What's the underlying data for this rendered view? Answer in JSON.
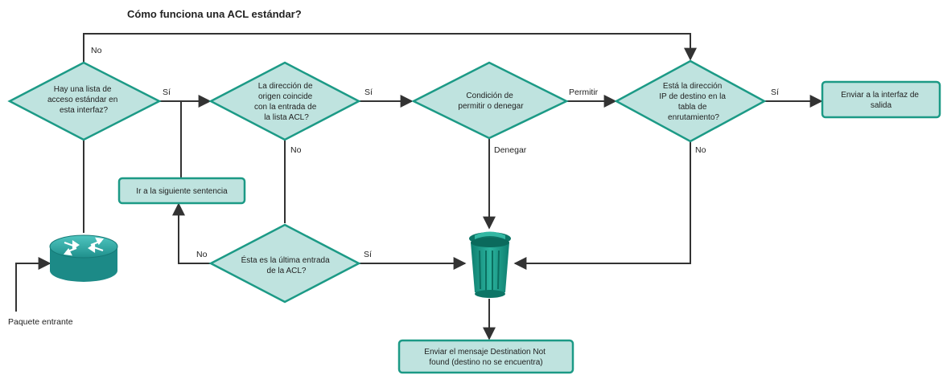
{
  "title": "Cómo funciona una ACL estándar?",
  "colors": {
    "node_fill": "#bfe3df",
    "node_stroke": "#1c9a86",
    "line": "#333333",
    "router_body": "#1c8a87",
    "bin": "#1a9a88"
  },
  "nodes": {
    "d1": [
      "Hay una lista de",
      "acceso estándar en",
      "esta interfaz?"
    ],
    "d2": [
      "La dirección de",
      "origen coincide",
      "con la entrada de",
      "la lista ACL?"
    ],
    "d3": [
      "Condición de",
      "permitir o denegar"
    ],
    "d4": [
      "Está la dirección",
      "IP de destino en la",
      "tabla de",
      "enrutamiento?"
    ],
    "d5": [
      "Ésta es la última entrada",
      "de la ACL?"
    ],
    "b_out": [
      "Enviar a la interfaz de",
      "salida"
    ],
    "b_next": [
      "Ir a la siguiente sentencia"
    ],
    "b_notfound": [
      "Enviar el mensaje Destination Not",
      "found (destino no se encuentra)"
    ]
  },
  "labels": {
    "no_top": "No",
    "si_1": "Sí",
    "si_2": "Sí",
    "permitir": "Permitir",
    "si_4": "Sí",
    "no_d2": "No",
    "denegar": "Denegar",
    "no_d4": "No",
    "no_d5": "No",
    "si_d5": "Sí",
    "incoming": "Paquete entrante"
  },
  "icons": {
    "router": "router-icon",
    "trash": "trash-can-icon"
  }
}
